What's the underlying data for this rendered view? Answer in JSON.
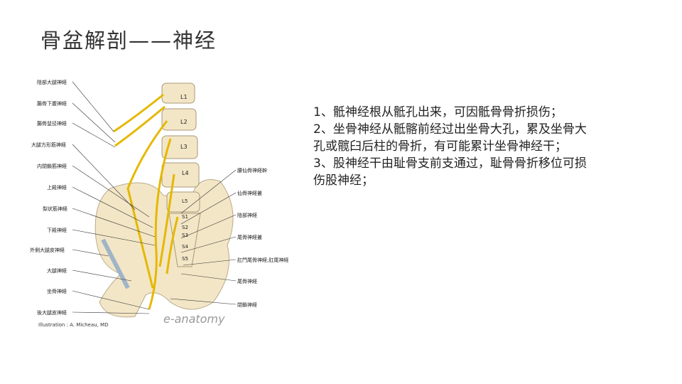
{
  "title": "骨盆解剖——神经",
  "points": [
    "1、骶神经根从骶孔出来，可因骶骨骨折损伤；",
    "2、坐骨神经从骶髂前经过出坐骨大孔，累及坐骨大孔或髋臼后柱的骨折，有可能累计坐骨神经干；",
    "3、股神经干由耻骨支前支通过，耻骨骨折移位可损伤股神经；"
  ],
  "figure": {
    "left_labels": [
      "陰部大腿神経",
      "腸骨下腹神経",
      "腸骨鼠径神経",
      "大腿方形筋神経",
      "内閉鎖筋神経",
      "上殿神経",
      "梨状筋神経",
      "下殿神経",
      "外側大腿皮神経",
      "大腿神経",
      "坐骨神経",
      "後大腿皮神経"
    ],
    "right_labels": [
      "腰仙骨神経幹",
      "仙骨神経叢",
      "陰部神経",
      "尾骨神経叢",
      "肛門尾骨神経;肛尾神経",
      "尾骨神経",
      "閉鎖神経"
    ],
    "vertebrae": [
      "L1",
      "L2",
      "L3",
      "L4",
      "L5",
      "S1",
      "S2",
      "S3",
      "S4",
      "S5"
    ],
    "credit": "Illustration : A. Micheau, MD",
    "logo": "e-anatomy"
  }
}
